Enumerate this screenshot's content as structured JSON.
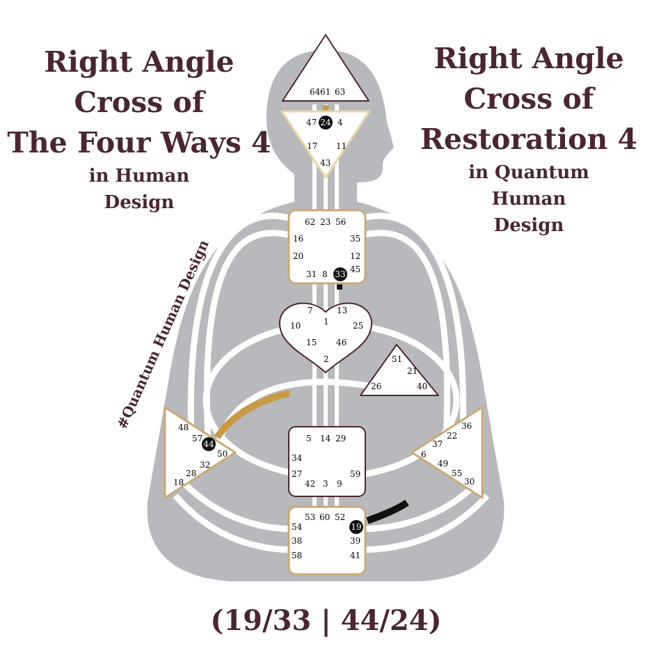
{
  "left_title": {
    "line1": "Right Angle",
    "line2": "Cross of",
    "line3": "The Four Ways 4",
    "line4": "in Human",
    "line5": "Design"
  },
  "right_title": {
    "line1": "Right Angle",
    "line2": "Cross of",
    "line3": "Restoration 4",
    "line4": "in Quantum",
    "line5": "Human",
    "line6": "Design"
  },
  "hashtag": "#Quantum Human Design",
  "gates_label": "(19/33 | 44/24)",
  "colors": {
    "body": "#b8b9bc",
    "center_border": "#c9a978",
    "channel_gold": "#c99a45",
    "text": "#4a2630",
    "active_gate": "#111111"
  },
  "centers": {
    "head": {
      "gates": [
        "64",
        "61",
        "63"
      ]
    },
    "ajna": {
      "gates": [
        "47",
        "24",
        "4",
        "17",
        "11",
        "43"
      ],
      "active": [
        "24"
      ]
    },
    "throat": {
      "gates": [
        "62",
        "23",
        "56",
        "16",
        "35",
        "20",
        "12",
        "45",
        "31",
        "8",
        "33"
      ],
      "active": [
        "33"
      ]
    },
    "g": {
      "gates": [
        "7",
        "1",
        "13",
        "10",
        "25",
        "15",
        "46",
        "2"
      ]
    },
    "ego": {
      "gates": [
        "51",
        "21",
        "26",
        "40"
      ]
    },
    "spleen": {
      "gates": [
        "48",
        "57",
        "44",
        "50",
        "32",
        "28",
        "18"
      ],
      "active": [
        "44"
      ]
    },
    "sacral": {
      "gates": [
        "5",
        "14",
        "29",
        "34",
        "27",
        "59",
        "42",
        "3",
        "9"
      ]
    },
    "solar_plexus": {
      "gates": [
        "36",
        "22",
        "37",
        "6",
        "49",
        "55",
        "30"
      ]
    },
    "root": {
      "gates": [
        "53",
        "60",
        "52",
        "54",
        "19",
        "38",
        "39",
        "58",
        "41"
      ],
      "active": [
        "19"
      ]
    }
  }
}
